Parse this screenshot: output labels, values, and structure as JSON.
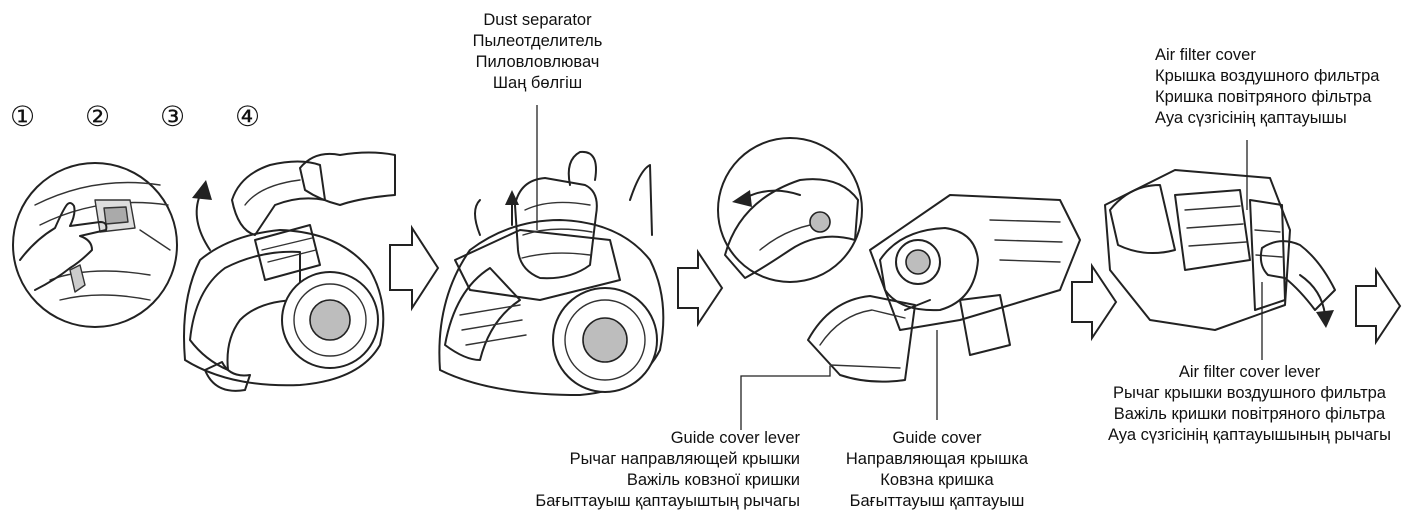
{
  "steps": [
    "①",
    "②",
    "③",
    "④"
  ],
  "labels": {
    "dust_separator": [
      "Dust separator",
      "Пылеотделитель",
      "Пиловловлювач",
      "Шаң бөлгіш"
    ],
    "air_filter_cover": [
      "Air filter cover",
      "Крышка воздушного фильтра",
      "Кришка повітряного фільтра",
      "Ауа сүзгісінің қаптауышы"
    ],
    "air_filter_cover_lever": [
      "Air filter cover lever",
      "Рычаг крышки воздушного фильтра",
      "Важіль кришки повітряного фільтра",
      "Ауа сүзгісінің қаптауышының рычагы"
    ],
    "guide_cover_lever": [
      "Guide cover lever",
      "Рычаг направляющей крышки",
      "Важіль ковзної кришки",
      "Бағыттауыш қаптауыштың рычагы"
    ],
    "guide_cover": [
      "Guide cover",
      "Направляющая крышка",
      "Ковзна кришка",
      "Бағыттауыш қаптауыш"
    ]
  }
}
